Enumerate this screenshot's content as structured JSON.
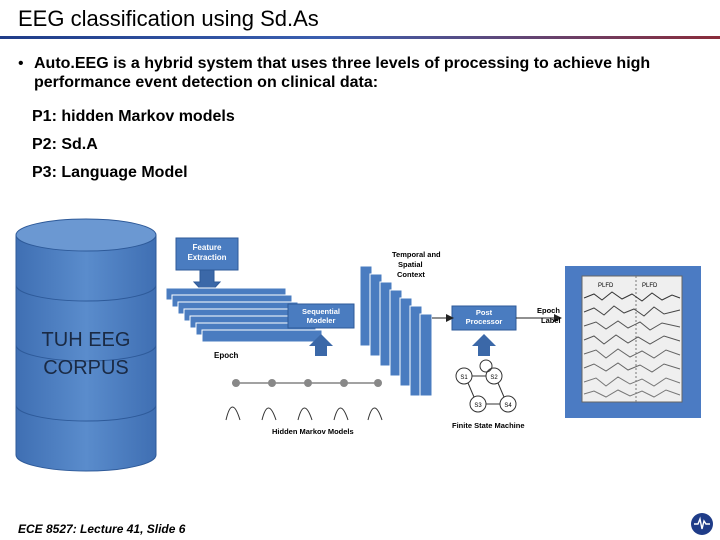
{
  "slide": {
    "title": "EEG classification using Sd.As",
    "bullet": "Auto.EEG is a hybrid system that uses three levels of processing to achieve high performance event detection on clinical data:",
    "bullet_marker": "•",
    "items": [
      "P1: hidden Markov models",
      "P2: Sd.A",
      "P3: Language Model"
    ],
    "footer": "ECE 8527: Lecture 41, Slide 6"
  },
  "diagram": {
    "corpus_label_1": "TUH EEG",
    "corpus_label_2": "CORPUS",
    "feature_extraction_1": "Feature",
    "feature_extraction_2": "Extraction",
    "temporal_1": "Temporal and",
    "temporal_2": "Spatial",
    "temporal_3": "Context",
    "sequential_1": "Sequential",
    "sequential_2": "Modeler",
    "post_1": "Post",
    "post_2": "Processor",
    "epoch_label_1": "Epoch",
    "epoch_label_2": "Label",
    "epoch": "Epoch",
    "hmm": "Hidden Markov Models",
    "fsm": "Finite State Machine",
    "states": [
      "S1",
      "S2",
      "S3",
      "S4"
    ],
    "eeg_tags": [
      "PLFD",
      "PLFD"
    ],
    "colors": {
      "corpus": "#4f7fc1",
      "block": "#4a7cc0",
      "panel": "#4b7bc3",
      "accent_bar": "#1f3c88"
    }
  }
}
